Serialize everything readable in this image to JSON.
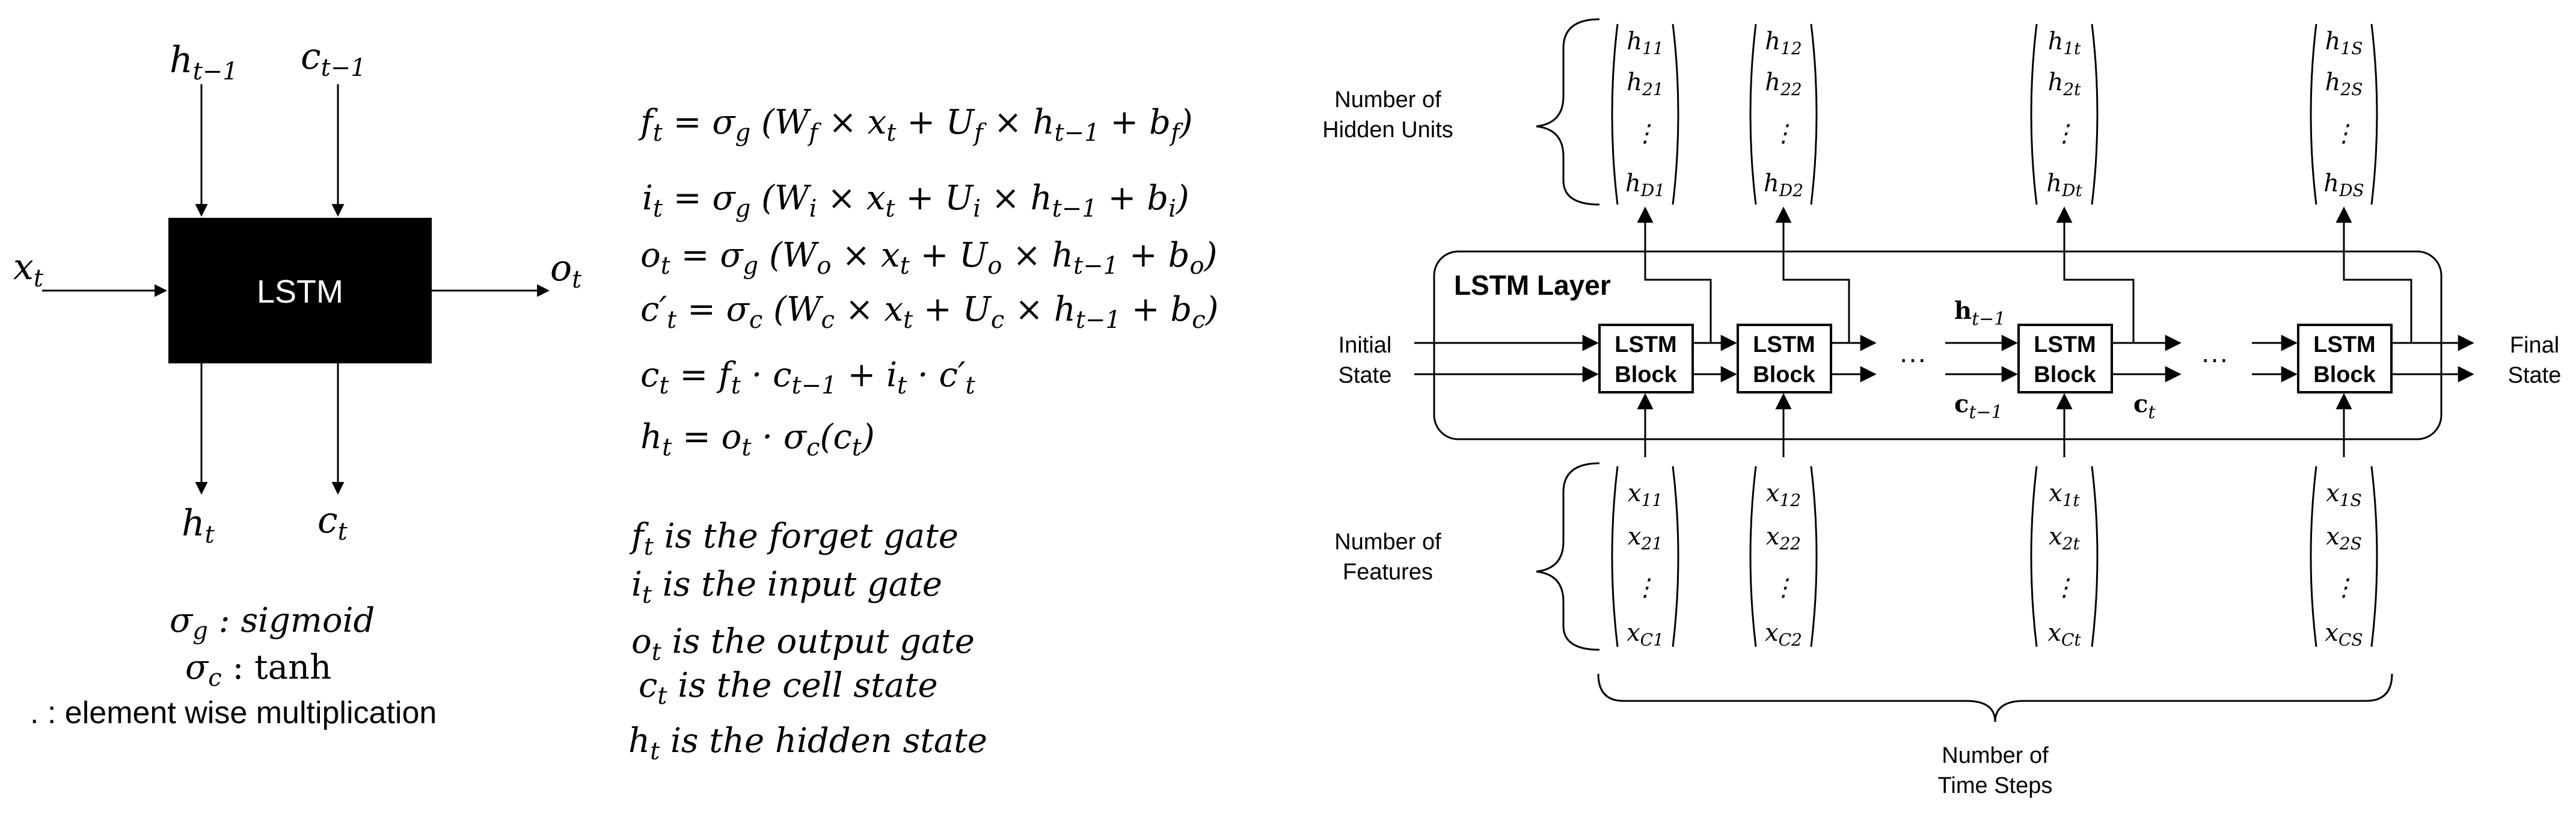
{
  "cell": {
    "box_label": "LSTM",
    "inputs": {
      "h_prev": {
        "base": "h",
        "sub": "t−1"
      },
      "c_prev": {
        "base": "c",
        "sub": "t−1"
      },
      "x": {
        "base": "x",
        "sub": "t"
      }
    },
    "outputs": {
      "o": {
        "base": "o",
        "sub": "t"
      },
      "h": {
        "base": "h",
        "sub": "t"
      },
      "c": {
        "base": "c",
        "sub": "t"
      }
    }
  },
  "legend": [
    {
      "symbol": "σ",
      "sub": "g",
      "text": " : sigmoid"
    },
    {
      "symbol": "σ",
      "sub": "c",
      "text": " : tanh"
    },
    {
      "symbol": ".",
      "sub": "",
      "text": " : element wise multiplication"
    }
  ],
  "equations": [
    "f_t = σ_g (W_f × x_t + U_f × h_{t−1} + b_f)",
    "i_t = σ_g (W_i × x_t + U_i × h_{t−1} + b_i)",
    "o_t = σ_g (W_o × x_t + U_o × h_{t−1} + b_o)",
    "c′_t = σ_c (W_c × x_t + U_c × h_{t−1} + b_c)",
    "c_t = f_t · c_{t−1} + i_t · c′_t",
    "h_t = o_t · σ_c(c_t)"
  ],
  "definitions": [
    {
      "base": "f",
      "sub": "t",
      "text": " is the forget gate"
    },
    {
      "base": "i",
      "sub": "t",
      "text": " is the input gate"
    },
    {
      "base": "o",
      "sub": "t",
      "text": " is the output gate"
    },
    {
      "base": "c",
      "sub": "t",
      "text": " is the cell state"
    },
    {
      "base": "h",
      "sub": "t",
      "text": " is the hidden state"
    }
  ],
  "unrolled": {
    "layer_title": "LSTM Layer",
    "block_label_line1": "LSTM",
    "block_label_line2": "Block",
    "initial_state": [
      "Initial",
      "State"
    ],
    "final_state": [
      "Final",
      "State"
    ],
    "hidden_units_label": [
      "Number of",
      "Hidden Units"
    ],
    "features_label": [
      "Number of",
      "Features"
    ],
    "time_steps_label": [
      "Number of",
      "Time Steps"
    ],
    "ellipsis": "···",
    "state_labels": {
      "h_prev": "h",
      "h_prev_sub": "t−1",
      "c_prev": "c",
      "c_prev_sub": "t−1",
      "c_t": "c",
      "c_t_sub": "t"
    },
    "hidden_vectors": [
      {
        "top": [
          "h",
          "11"
        ],
        "mid": [
          "h",
          "21"
        ],
        "bot": [
          "h",
          "D1"
        ]
      },
      {
        "top": [
          "h",
          "12"
        ],
        "mid": [
          "h",
          "22"
        ],
        "bot": [
          "h",
          "D2"
        ]
      },
      {
        "top": [
          "h",
          "1t"
        ],
        "mid": [
          "h",
          "2t"
        ],
        "bot": [
          "h",
          "Dt"
        ]
      },
      {
        "top": [
          "h",
          "1S"
        ],
        "mid": [
          "h",
          "2S"
        ],
        "bot": [
          "h",
          "DS"
        ]
      }
    ],
    "feature_vectors": [
      {
        "top": [
          "x",
          "11"
        ],
        "mid": [
          "x",
          "21"
        ],
        "bot": [
          "x",
          "C1"
        ]
      },
      {
        "top": [
          "x",
          "12"
        ],
        "mid": [
          "x",
          "22"
        ],
        "bot": [
          "x",
          "C2"
        ]
      },
      {
        "top": [
          "x",
          "1t"
        ],
        "mid": [
          "x",
          "2t"
        ],
        "bot": [
          "x",
          "Ct"
        ]
      },
      {
        "top": [
          "x",
          "1S"
        ],
        "mid": [
          "x",
          "2S"
        ],
        "bot": [
          "x",
          "CS"
        ]
      }
    ]
  }
}
